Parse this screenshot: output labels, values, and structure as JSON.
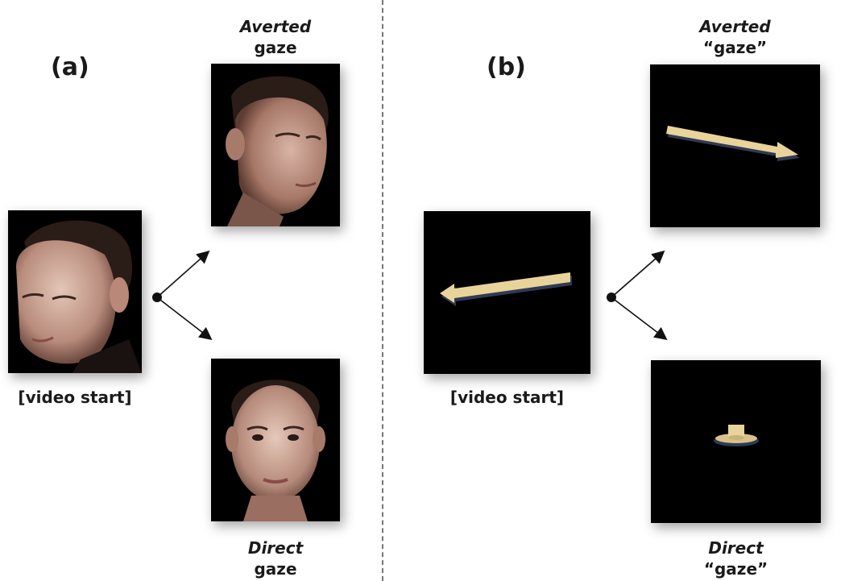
{
  "panel_a": {
    "label": "(a)",
    "start_caption": "[video start]",
    "top": {
      "emph": "Averted",
      "word": "gaze"
    },
    "bottom": {
      "emph": "Direct",
      "word": "gaze"
    }
  },
  "panel_b": {
    "label": "(b)",
    "start_caption": "[video start]",
    "top": {
      "emph": "Averted",
      "word": "“gaze”"
    },
    "bottom": {
      "emph": "Direct",
      "word": "“gaze”"
    }
  }
}
